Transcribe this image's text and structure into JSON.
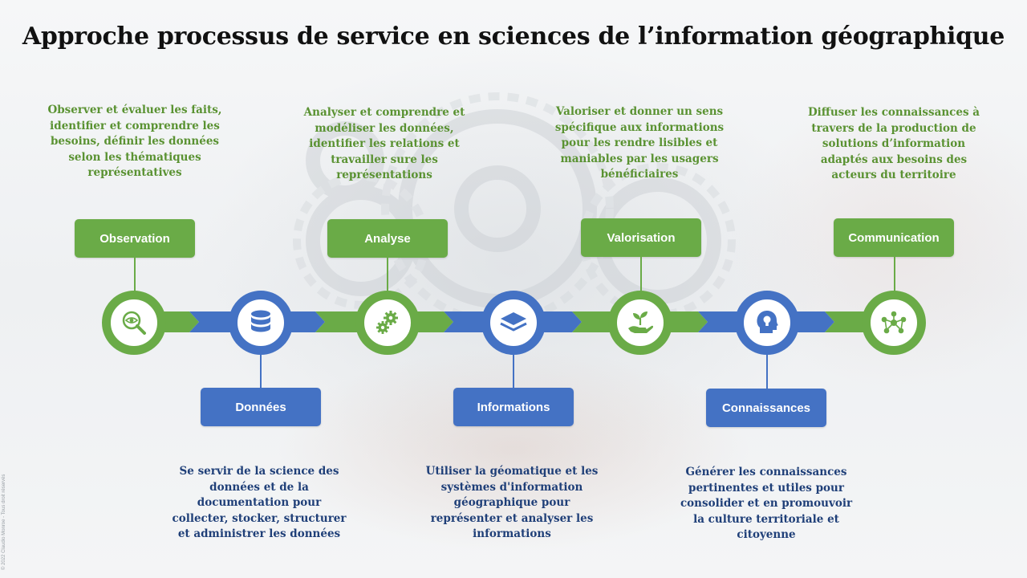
{
  "title": "Approche processus de service en sciences de l’information géographique",
  "copyright": "© 2022 Claudio Monroe - Tous droit réservés",
  "colors": {
    "green": "#6aab47",
    "blue": "#4472c4",
    "green_text": "#5a9232",
    "blue_text": "#1f3f78"
  },
  "steps": [
    {
      "label": "Observation",
      "color": "green",
      "icon": "eye-magnifier-icon",
      "description": [
        "Observer et évaluer les faits,",
        "identifier et comprendre les",
        "besoins, définir les données",
        "selon les thématiques",
        "représentatives"
      ]
    },
    {
      "label": "Données",
      "color": "blue",
      "icon": "database-icon",
      "description": [
        "Se servir de la science des",
        "données et de la",
        "documentation pour",
        "collecter, stocker, structurer",
        "et administrer les données"
      ]
    },
    {
      "label": "Analyse",
      "color": "green",
      "icon": "gears-icon",
      "description": [
        "Analyser et comprendre et",
        "modéliser les données,",
        "identifier les relations et",
        "travailler sure les",
        "représentations"
      ]
    },
    {
      "label": "Informations",
      "color": "blue",
      "icon": "layers-icon",
      "description": [
        "Utiliser la géomatique et les",
        "systèmes d'information",
        "géographique pour",
        "représenter et analyser les",
        "informations"
      ]
    },
    {
      "label": "Valorisation",
      "color": "green",
      "icon": "plant-hand-icon",
      "description": [
        "Valoriser et donner un sens",
        "spécifique aux informations",
        "pour les rendre lisibles et",
        "maniables par les usagers",
        "bénéficiaires"
      ]
    },
    {
      "label": "Connaissances",
      "color": "blue",
      "icon": "head-lightbulb-icon",
      "description": [
        "Générer les connaissances",
        "pertinentes et utiles pour",
        "consolider et en promouvoir",
        "la culture territoriale et",
        "citoyenne"
      ]
    },
    {
      "label": "Communication",
      "color": "green",
      "icon": "network-people-icon",
      "description": [
        "Diffuser les connaissances à",
        "travers de la production de",
        "solutions d’information",
        "adaptés aux besoins des",
        "acteurs du territoire"
      ]
    }
  ]
}
